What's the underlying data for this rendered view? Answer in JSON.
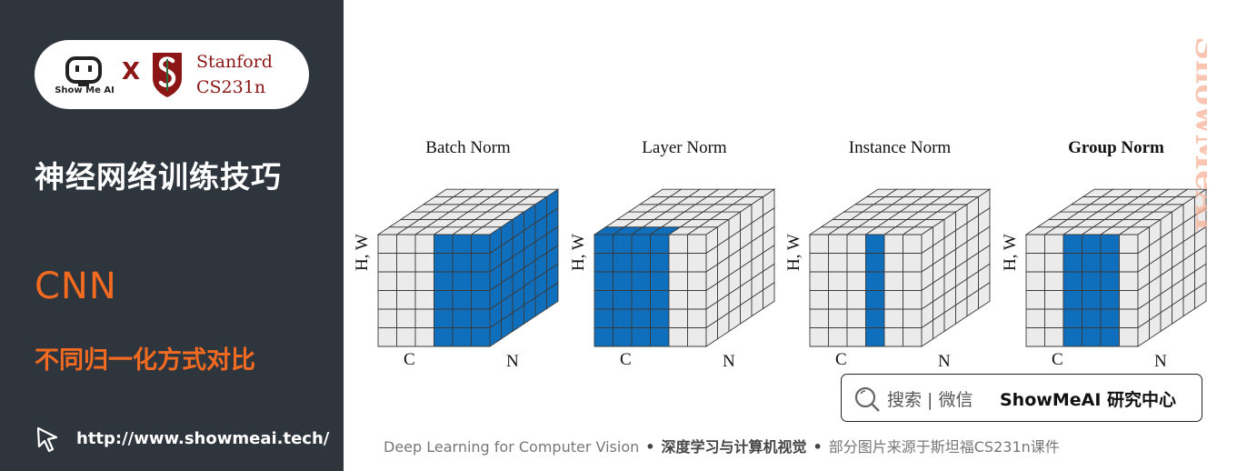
{
  "brand": {
    "logo_text": "Show Me AI",
    "x": "X",
    "partner_name": "Stanford",
    "partner_course": "CS231n"
  },
  "sidebar": {
    "course_title": "神经网络训练技巧",
    "topic": "CNN",
    "subtopic": "不同归一化方式对比",
    "url": "http://www.showmeai.tech/"
  },
  "diagram": {
    "cubes": [
      {
        "title": "Batch Norm",
        "bold": false,
        "hw_label": "H, W",
        "c_label": "C",
        "n_label": "N"
      },
      {
        "title": "Layer Norm",
        "bold": false,
        "hw_label": "H, W",
        "c_label": "C",
        "n_label": "N"
      },
      {
        "title": "Instance Norm",
        "bold": false,
        "hw_label": "H, W",
        "c_label": "C",
        "n_label": "N"
      },
      {
        "title": "Group Norm",
        "bold": true,
        "hw_label": "H, W",
        "c_label": "C",
        "n_label": "N"
      }
    ],
    "highlight_color": "#0f6fbd",
    "cell_color": "#ebebeb"
  },
  "watermark": "ShowMeAI",
  "search": {
    "prefix": "搜索 | 微信",
    "brand": "ShowMeAI 研究中心"
  },
  "footer": {
    "left": "Deep Learning for Computer Vision",
    "middle": "深度学习与计算机视觉",
    "right": "部分图片来源于斯坦福CS231n课件",
    "separator": "•"
  },
  "colors": {
    "sidebar_bg": "#2f353d",
    "accent_orange": "#f26b21",
    "stanford_red": "#8c1515"
  }
}
